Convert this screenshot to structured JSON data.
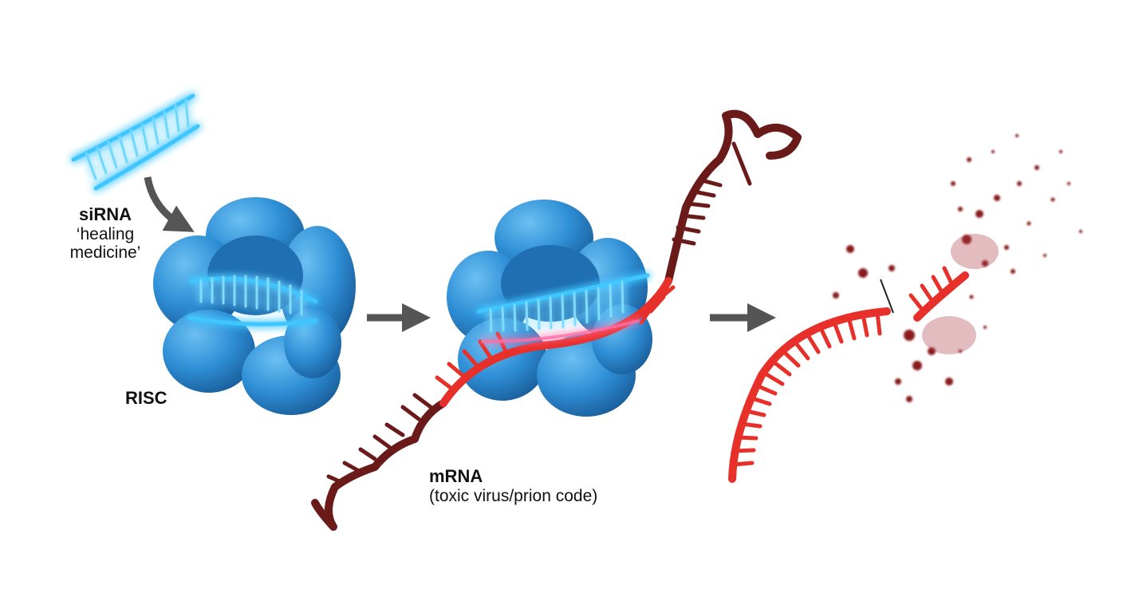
{
  "labels": {
    "sirna_name": "siRNA",
    "sirna_desc_line1": "‘healing",
    "sirna_desc_line2": "medicine’",
    "risc": "RISC",
    "mrna_name": "mRNA",
    "mrna_desc": "(toxic virus/prion code)"
  },
  "colors": {
    "background": "#ffffff",
    "risc_blue": "#2f8fd6",
    "risc_dark": "#1d6eb0",
    "sirna_glow": "#3fc6ff",
    "mrna_red": "#e8302a",
    "mrna_dark": "#6b1a1a",
    "arrow_gray": "#555555"
  },
  "icons": [
    "curved-arrow-icon",
    "right-arrow-icon",
    "right-arrow-icon"
  ]
}
